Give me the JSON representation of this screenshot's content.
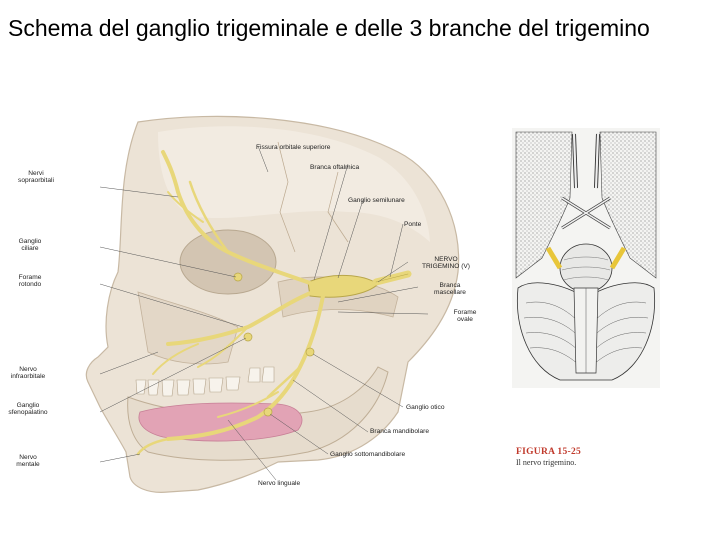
{
  "title": "Schema del ganglio trigeminale e delle 3 branche del trigemino",
  "labels": {
    "fissura_orbitale": "Fissura orbitale superiore",
    "branca_oftalmica": "Branca oftalmica",
    "ganglio_semilunare": "Ganglio semilunare",
    "ponte": "Ponte",
    "nervo_trigemino_1": "NERVO",
    "nervo_trigemino_2": "TRIGEMINO (V)",
    "branca_mascellare_1": "Branca",
    "branca_mascellare_2": "mascellare",
    "forame_ovale_1": "Forame",
    "forame_ovale_2": "ovale",
    "ganglio_otico": "Ganglio otico",
    "branca_mandibolare": "Branca mandibolare",
    "ganglio_sottomandibolare": "Ganglio sottomandibolare",
    "nervo_linguale": "Nervo linguale",
    "nervi_sopraorbitali_1": "Nervi",
    "nervi_sopraorbitali_2": "sopraorbitali",
    "ganglio_ciliare_1": "Ganglio",
    "ganglio_ciliare_2": "ciliare",
    "forame_rotondo_1": "Forame",
    "forame_rotondo_2": "rotondo",
    "nervo_infraorbitale_1": "Nervo",
    "nervo_infraorbitale_2": "infraorbitale",
    "ganglio_sfenopalatino_1": "Ganglio",
    "ganglio_sfenopalatino_2": "sfenopalatino",
    "nervo_mentale_1": "Nervo",
    "nervo_mentale_2": "mentale"
  },
  "figure": {
    "label": "FIGURA  15-25",
    "caption": "Il nervo trigemino."
  },
  "colors": {
    "nerve": "#e8d77a",
    "nerve_outline": "#b8a64a",
    "bone": "#ece3d6",
    "bone_shade": "#d3c5b2",
    "tongue": "#e2a3b5",
    "caption_red": "#c0392b"
  }
}
